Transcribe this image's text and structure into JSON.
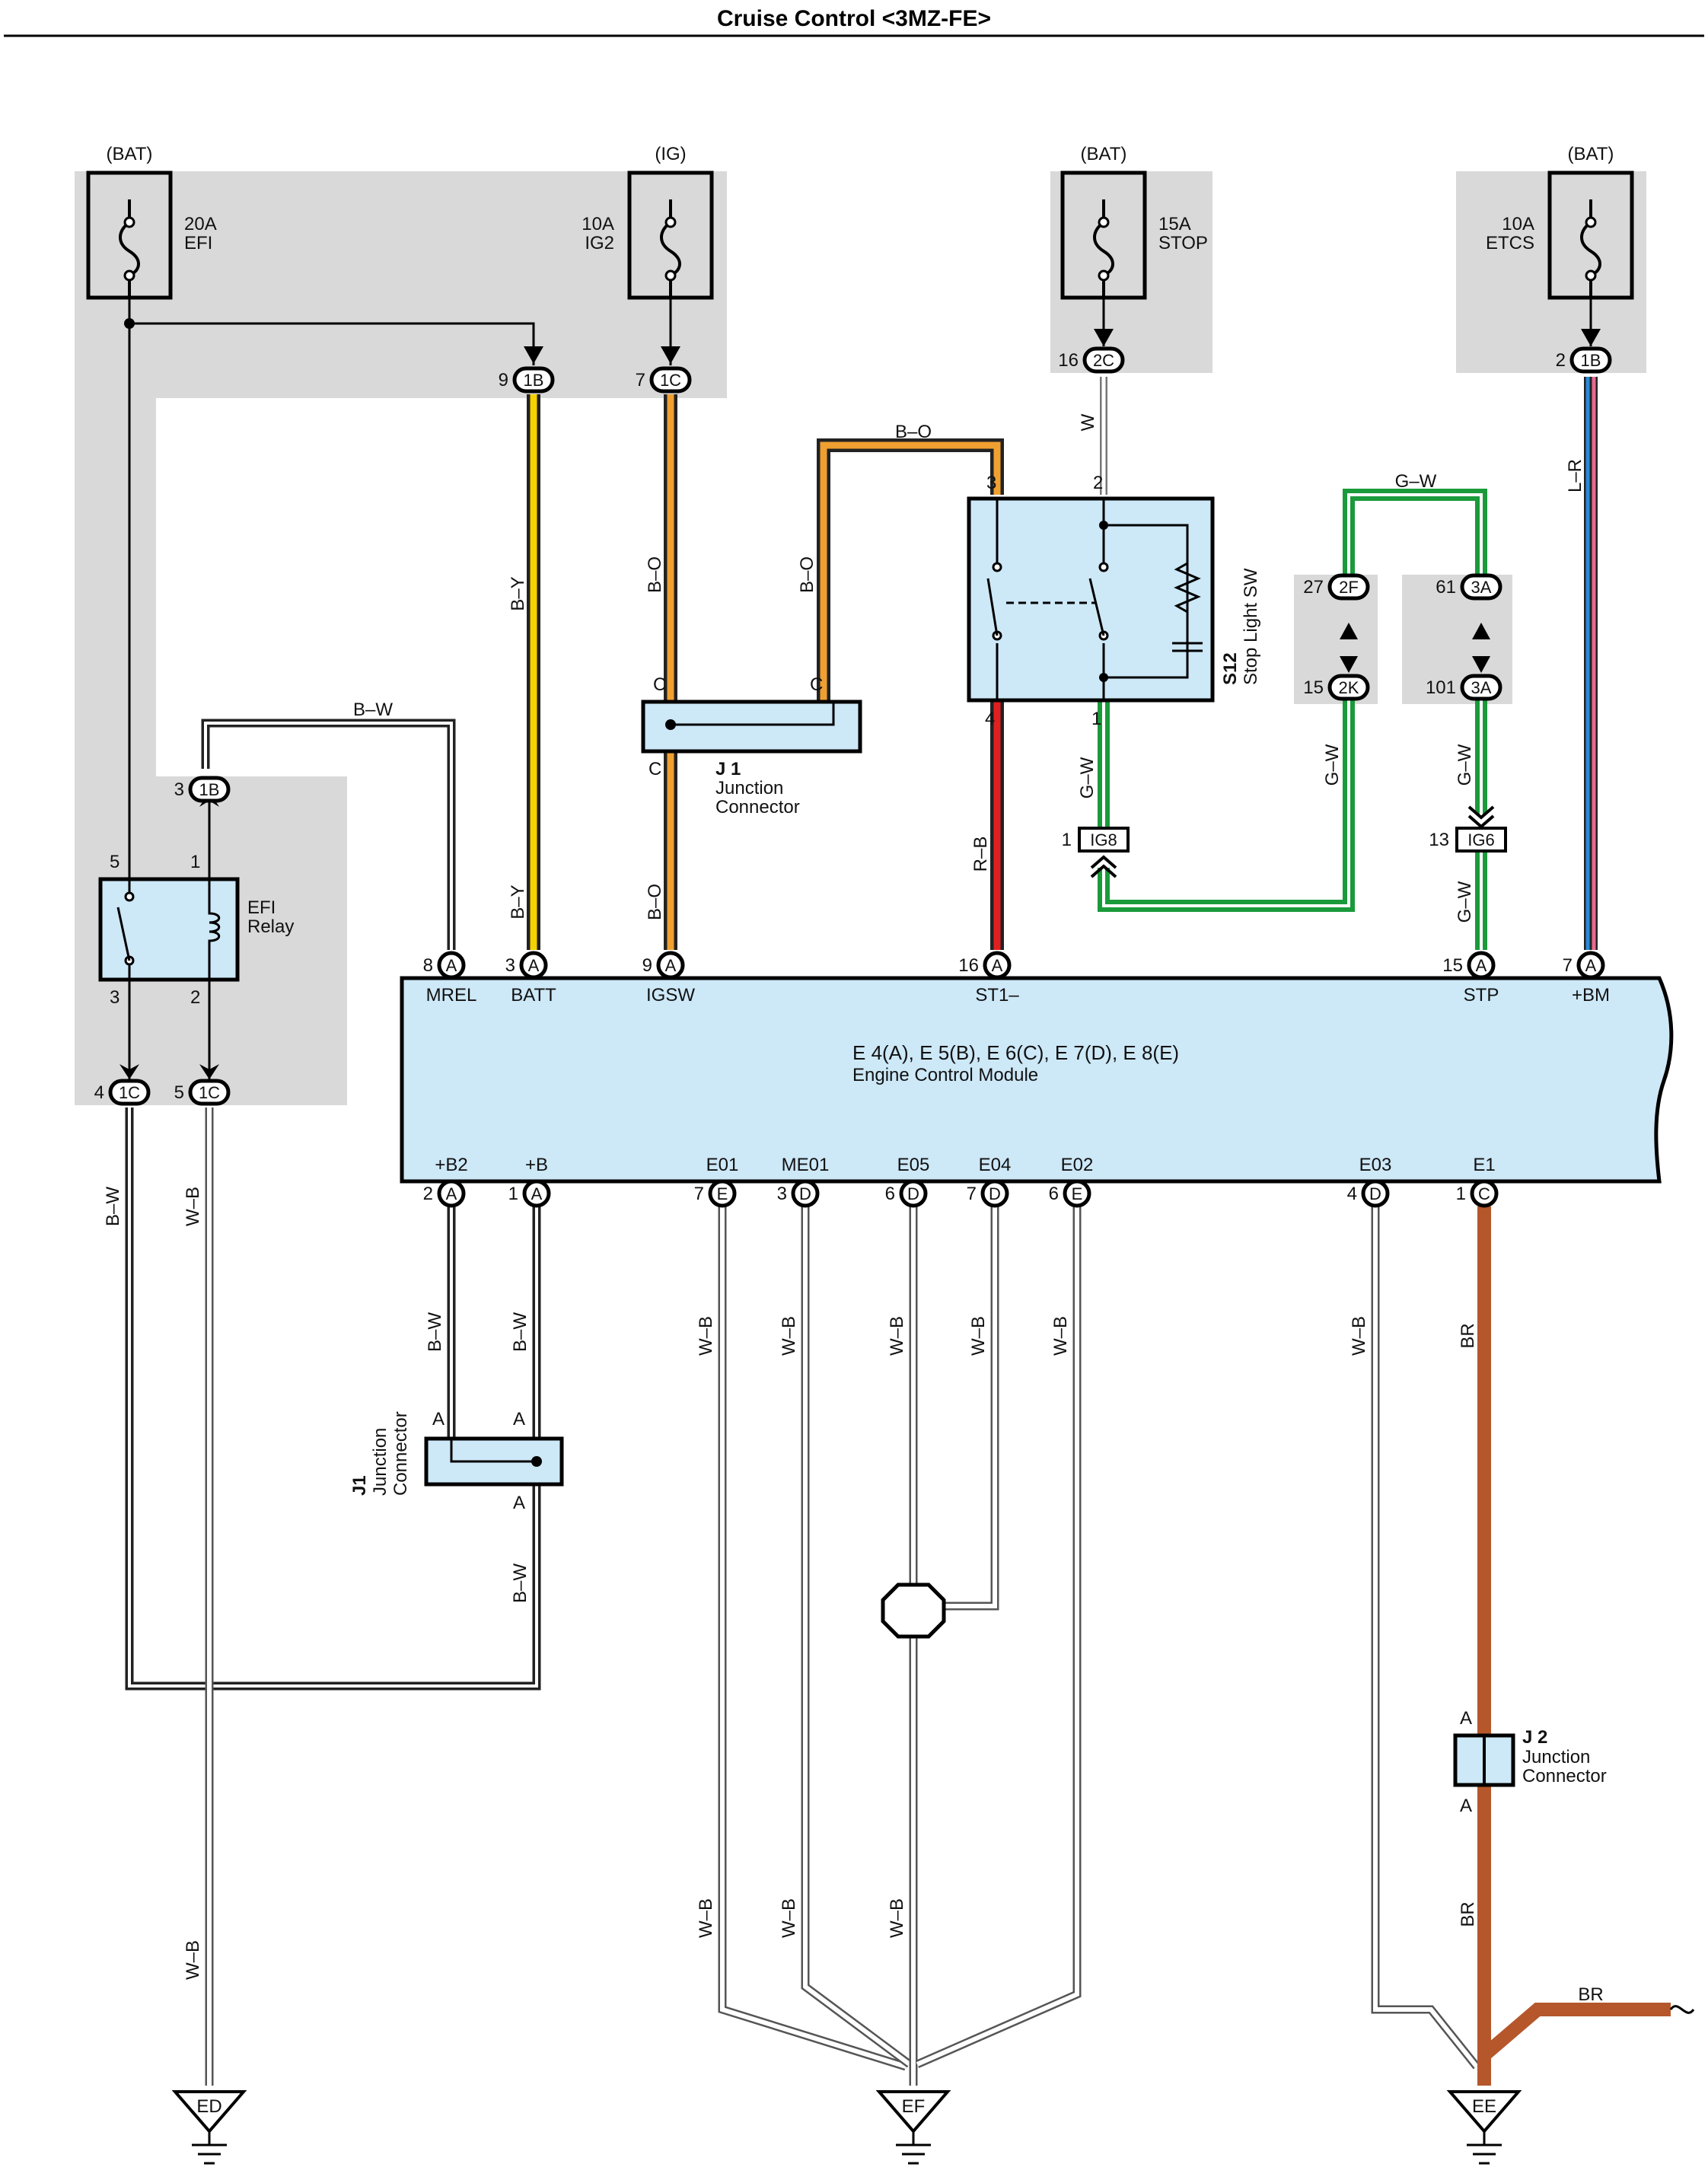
{
  "title": "Cruise Control <3MZ-FE>",
  "fuses": {
    "efi": {
      "source": "(BAT)",
      "amp": "20A",
      "name": "EFI"
    },
    "ig2": {
      "source": "(IG)",
      "amp": "10A",
      "name": "IG2"
    },
    "stop": {
      "source": "(BAT)",
      "amp": "15A",
      "name": "STOP"
    },
    "etcs": {
      "source": "(BAT)",
      "amp": "10A",
      "name": "ETCS"
    }
  },
  "connectors": {
    "c1b_top": {
      "pin": "9",
      "code": "1B"
    },
    "c1c_top": {
      "pin": "7",
      "code": "1C"
    },
    "c2c": {
      "pin": "16",
      "code": "2C"
    },
    "c1b_etcs": {
      "pin": "2",
      "code": "1B"
    },
    "c1b_relay": {
      "pin": "3",
      "code": "1B"
    },
    "c1c_4": {
      "pin": "4",
      "code": "1C"
    },
    "c1c_5": {
      "pin": "5",
      "code": "1C"
    },
    "c2f": {
      "pin": "27",
      "code": "2F"
    },
    "c2k": {
      "pin": "15",
      "code": "2K"
    },
    "c3a_61": {
      "pin": "61",
      "code": "3A"
    },
    "c3a_101": {
      "pin": "101",
      "code": "3A"
    },
    "ig8": {
      "pin": "1",
      "code": "IG8"
    },
    "ig6": {
      "pin": "13",
      "code": "IG6"
    }
  },
  "wires": {
    "by_1": "B–Y",
    "by_2": "B–Y",
    "bo_1": "B–O",
    "bo_2": "B–O",
    "bo_3": "B–O",
    "bo_top": "B–O",
    "bw_top": "B–W",
    "bw_left": "B–W",
    "bw_j1a": "B–W",
    "bw_j1b": "B–W",
    "bw_j1c": "B–W",
    "wb_left": "W–B",
    "wb_left2": "W–B",
    "w": "W",
    "lr": "L–R",
    "gw_top": "G–W",
    "gw_1": "G–W",
    "gw_2": "G–W",
    "gw_3": "G–W",
    "gw_4": "G–W",
    "rb": "R–B",
    "wb_e01": "W–B",
    "wb_me01": "W–B",
    "wb_e05": "W–B",
    "wb_e04": "W–B",
    "wb_e02": "W–B",
    "wb_e03": "W–B",
    "wb_g1": "W–B",
    "wb_g2": "W–B",
    "wb_g3": "W–B",
    "br_1": "BR",
    "br_2": "BR",
    "br_3": "BR"
  },
  "j1_top": {
    "id": "J 1",
    "line1": "Junction",
    "line2": "Connector",
    "pin_a": "C",
    "pin_b": "C",
    "pin_c": "C"
  },
  "j1_bottom": {
    "id": "J1",
    "line1": "Junction",
    "line2": "Connector",
    "pin_a": "A",
    "pin_b": "A",
    "pin_c": "A"
  },
  "j2": {
    "id": "J 2",
    "line1": "Junction",
    "line2": "Connector",
    "pin_top": "A",
    "pin_bottom": "A"
  },
  "stop_sw": {
    "id": "S12",
    "name": "Stop Light SW",
    "pin3": "3",
    "pin2": "2",
    "pin4": "4",
    "pin1": "1"
  },
  "relay": {
    "name1": "EFI",
    "name2": "Relay",
    "pin5": "5",
    "pin1": "1",
    "pin3": "3",
    "pin2": "2"
  },
  "ecm": {
    "line1": "E 4(A), E 5(B), E 6(C), E 7(D), E 8(E)",
    "line2": "Engine Control Module",
    "top_pins": [
      {
        "num": "8",
        "letter": "A",
        "label": "MREL"
      },
      {
        "num": "3",
        "letter": "A",
        "label": "BATT"
      },
      {
        "num": "9",
        "letter": "A",
        "label": "IGSW"
      },
      {
        "num": "16",
        "letter": "A",
        "label": "ST1–"
      },
      {
        "num": "15",
        "letter": "A",
        "label": "STP"
      },
      {
        "num": "7",
        "letter": "A",
        "label": "+BM"
      }
    ],
    "bottom_pins": [
      {
        "num": "2",
        "letter": "A",
        "label": "+B2"
      },
      {
        "num": "1",
        "letter": "A",
        "label": "+B"
      },
      {
        "num": "7",
        "letter": "E",
        "label": "E01"
      },
      {
        "num": "3",
        "letter": "D",
        "label": "ME01"
      },
      {
        "num": "6",
        "letter": "D",
        "label": "E05"
      },
      {
        "num": "7",
        "letter": "D",
        "label": "E04"
      },
      {
        "num": "6",
        "letter": "E",
        "label": "E02"
      },
      {
        "num": "4",
        "letter": "D",
        "label": "E03"
      },
      {
        "num": "1",
        "letter": "C",
        "label": "E1"
      }
    ]
  },
  "grounds": {
    "ed": "ED",
    "ef": "EF",
    "ee": "EE"
  },
  "colors": {
    "yellow": "#f5d200",
    "orange": "#f0a030",
    "red": "#e02020",
    "green": "#1a9a3a",
    "blue": "#2a8ad8",
    "pink": "#e86a90",
    "brown": "#b5572a",
    "module": "#cde8f7",
    "shade": "#d9d9d9"
  }
}
